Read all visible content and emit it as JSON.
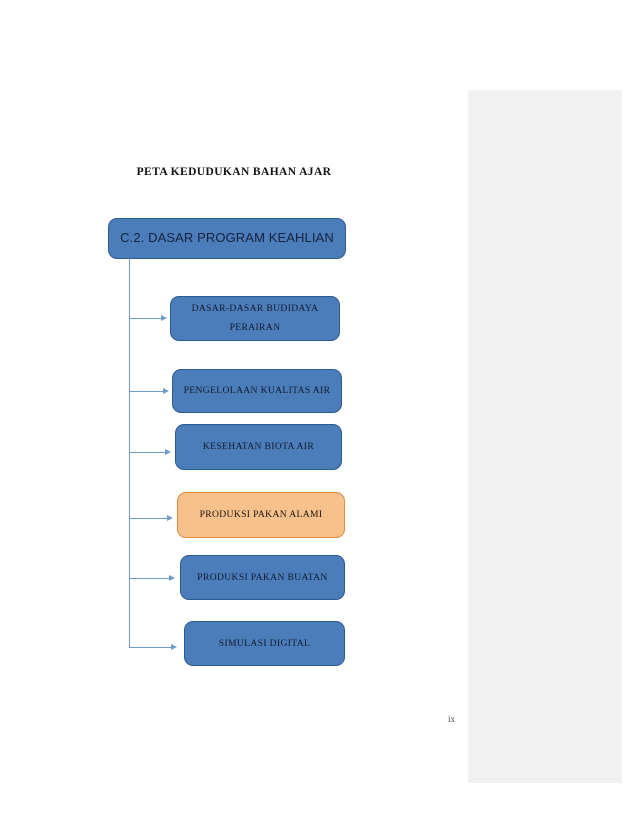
{
  "document": {
    "title": "PETA KEDUDUKAN BAHAN AJAR",
    "page_number": "ix"
  },
  "colors": {
    "node_fill": "#4a7dba",
    "node_border": "#2e5b8f",
    "highlight_fill": "#f6c18d",
    "highlight_border": "#e08c3c",
    "connector": "#6f9bc8",
    "side_panel": "#f1f1f1",
    "page_background": "#ffffff"
  },
  "diagram": {
    "type": "tree",
    "root": {
      "label": "C.2. DASAR PROGRAM KEAHLIAN",
      "highlighted": false
    },
    "children": [
      {
        "label": "DASAR-DASAR BUDIDAYA PERAIRAN",
        "line1": "DASAR-DASAR BUDIDAYA",
        "line2": "PERAIRAN",
        "highlighted": false
      },
      {
        "label": "PENGELOLAAN KUALITAS AIR",
        "highlighted": false
      },
      {
        "label": "KESEHATAN BIOTA AIR",
        "highlighted": false
      },
      {
        "label": "PRODUKSI PAKAN ALAMI",
        "highlighted": true
      },
      {
        "label": "PRODUKSI PAKAN BUATAN",
        "highlighted": false
      },
      {
        "label": "SIMULASI DIGITAL",
        "highlighted": false
      }
    ]
  }
}
